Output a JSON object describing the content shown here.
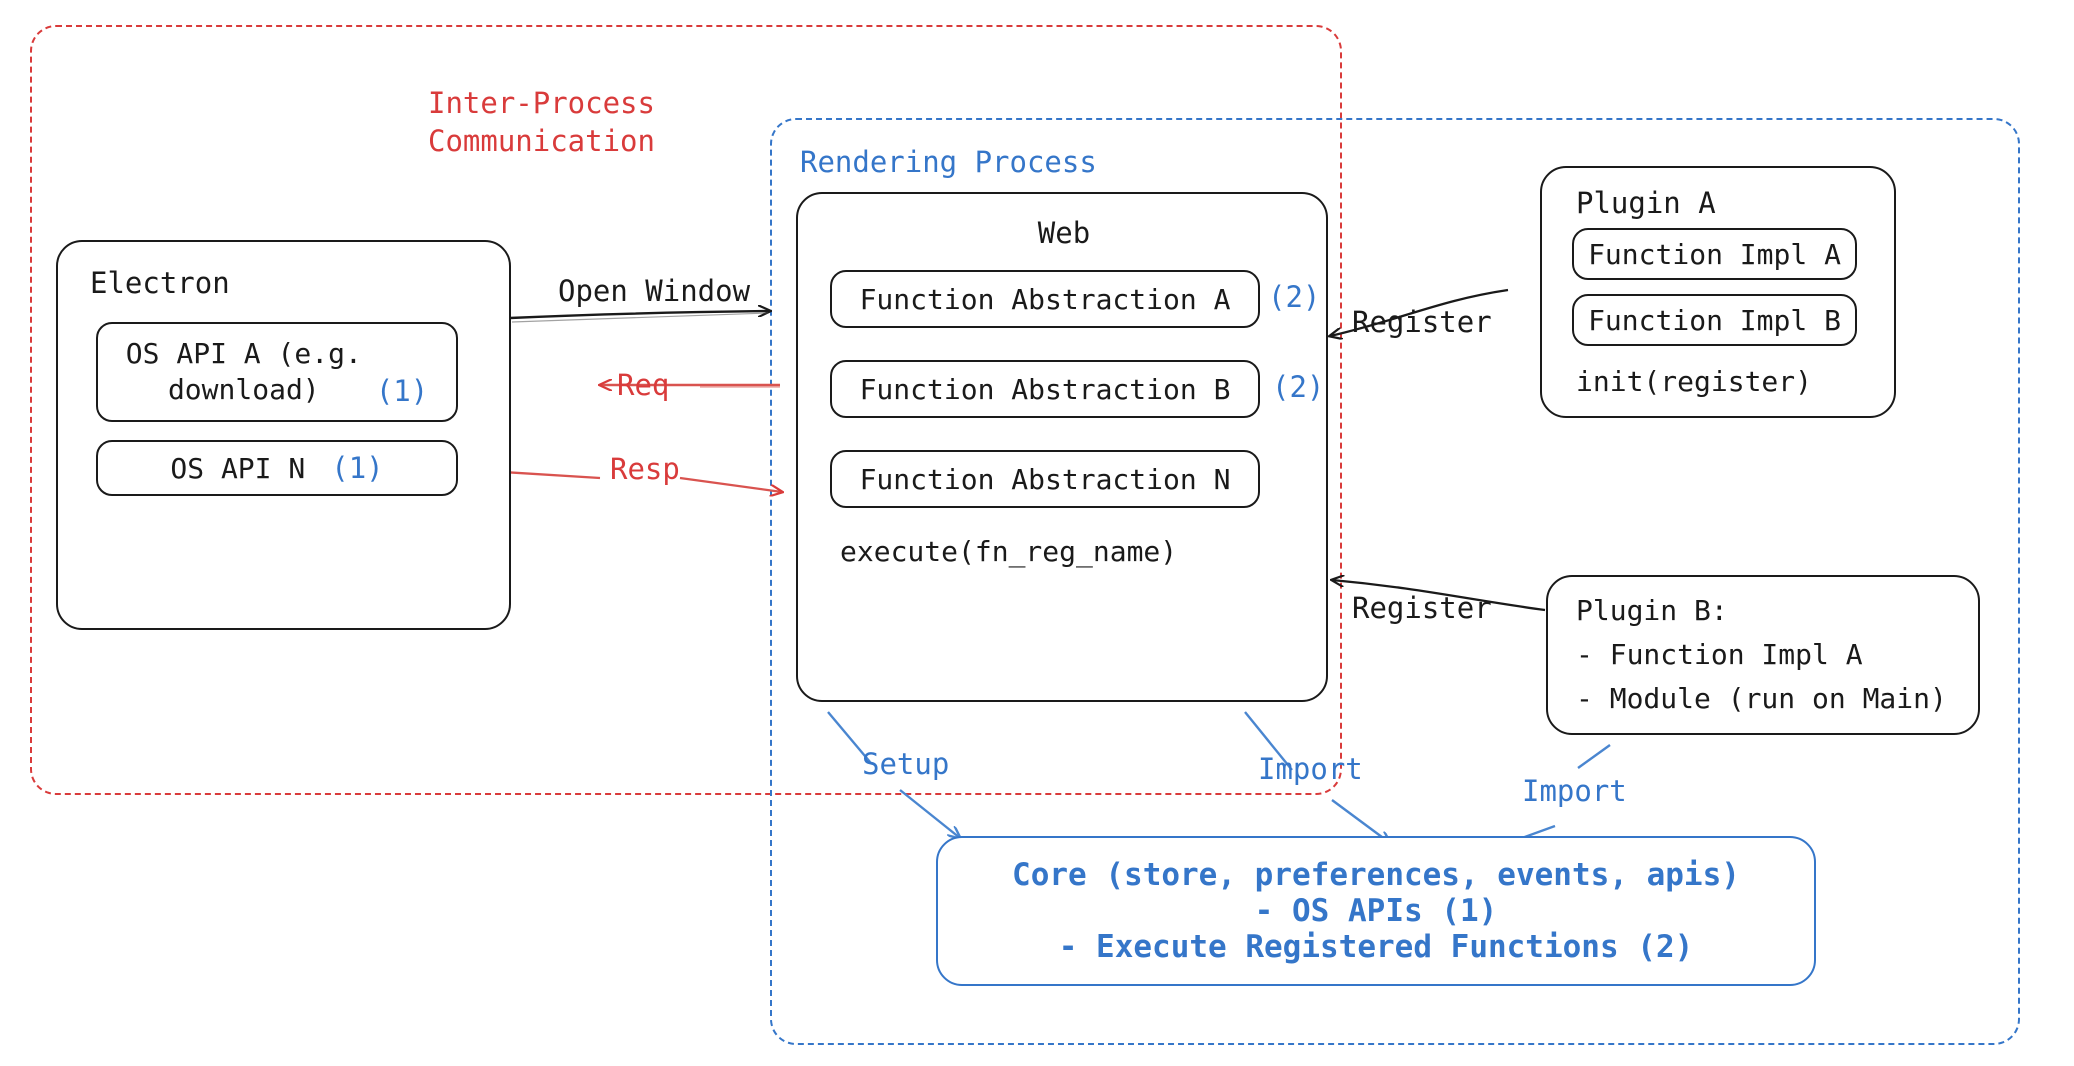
{
  "diagram": {
    "groups": {
      "ipc": {
        "label": "Inter-Process\nCommunication",
        "color": "#d93b3b",
        "style": "dashed"
      },
      "rendering": {
        "label": "Rendering Process",
        "color": "#3576c9",
        "style": "dashed"
      }
    },
    "electron": {
      "title": "Electron",
      "items": [
        {
          "label": "OS API A (e.g.\ndownload)",
          "marker": "(1)"
        },
        {
          "label": "OS API N",
          "marker": "(1)"
        }
      ]
    },
    "web": {
      "title": "Web",
      "items": [
        {
          "label": "Function Abstraction A",
          "marker": "(2)"
        },
        {
          "label": "Function Abstraction B",
          "marker": "(2)"
        },
        {
          "label": "Function Abstraction N",
          "marker": ""
        }
      ],
      "footer": "execute(fn_reg_name)"
    },
    "plugin_a": {
      "title": "Plugin A",
      "items": [
        {
          "label": "Function Impl A"
        },
        {
          "label": "Function Impl B"
        }
      ],
      "footer": "init(register)"
    },
    "plugin_b": {
      "lines": [
        "Plugin B:",
        "- Function Impl A",
        "- Module (run on Main)"
      ]
    },
    "core": {
      "lines": [
        "Core (store, preferences, events, apis)",
        "- OS APIs (1)",
        "- Execute Registered Functions (2)"
      ],
      "color": "#3576c9"
    },
    "edges": [
      {
        "id": "open-window",
        "label": "Open Window",
        "color": "#1a1a1a"
      },
      {
        "id": "req",
        "label": "Req",
        "color": "#d93b3b"
      },
      {
        "id": "resp",
        "label": "Resp",
        "color": "#d93b3b"
      },
      {
        "id": "register-a",
        "label": "Register",
        "color": "#1a1a1a"
      },
      {
        "id": "register-b",
        "label": "Register",
        "color": "#1a1a1a"
      },
      {
        "id": "setup",
        "label": "Setup",
        "color": "#3576c9"
      },
      {
        "id": "import-web",
        "label": "Import",
        "color": "#3576c9"
      },
      {
        "id": "import-plugin",
        "label": "Import",
        "color": "#3576c9"
      }
    ]
  }
}
